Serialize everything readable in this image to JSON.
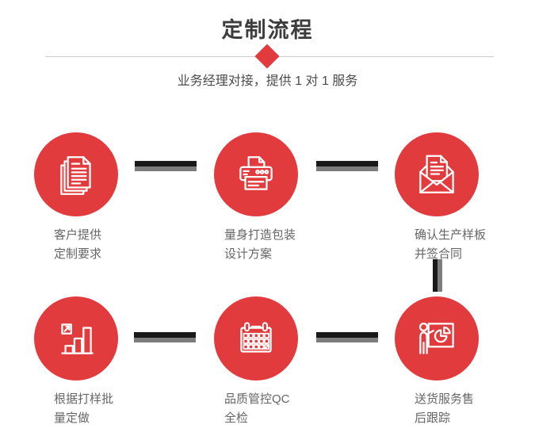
{
  "header": {
    "title": "定制流程",
    "subtitle": "业务经理对接，提供 1 对 1 服务"
  },
  "colors": {
    "accent_red": "#e23b3e",
    "connector_dark": "#191919",
    "connector_gray": "#7d7d7d",
    "divider_line": "#cccccc",
    "title_text": "#3d3d3d",
    "label_text": "#666666",
    "icon_stroke": "#ffffff"
  },
  "icons": [
    "documents-icon",
    "printer-icon",
    "envelope-letter-icon",
    "bar-chart-growth-icon",
    "calendar-qc-icon",
    "presenter-pie-chart-icon",
    "red-diamond-icon"
  ],
  "steps": [
    {
      "icon": "documents-icon",
      "line1": "客户提供",
      "line2": "定制要求"
    },
    {
      "icon": "printer-icon",
      "line1": "量身打造包装",
      "line2": "设计方案"
    },
    {
      "icon": "envelope-letter-icon",
      "line1": "确认生产样板",
      "line2": "并签合同"
    },
    {
      "icon": "bar-chart-growth-icon",
      "line1": "根据打样批",
      "line2": "量定做"
    },
    {
      "icon": "calendar-qc-icon",
      "line1": "品质管控QC",
      "line2": "全检"
    },
    {
      "icon": "presenter-pie-chart-icon",
      "line1": "送货服务售",
      "line2": "后跟踪"
    }
  ]
}
